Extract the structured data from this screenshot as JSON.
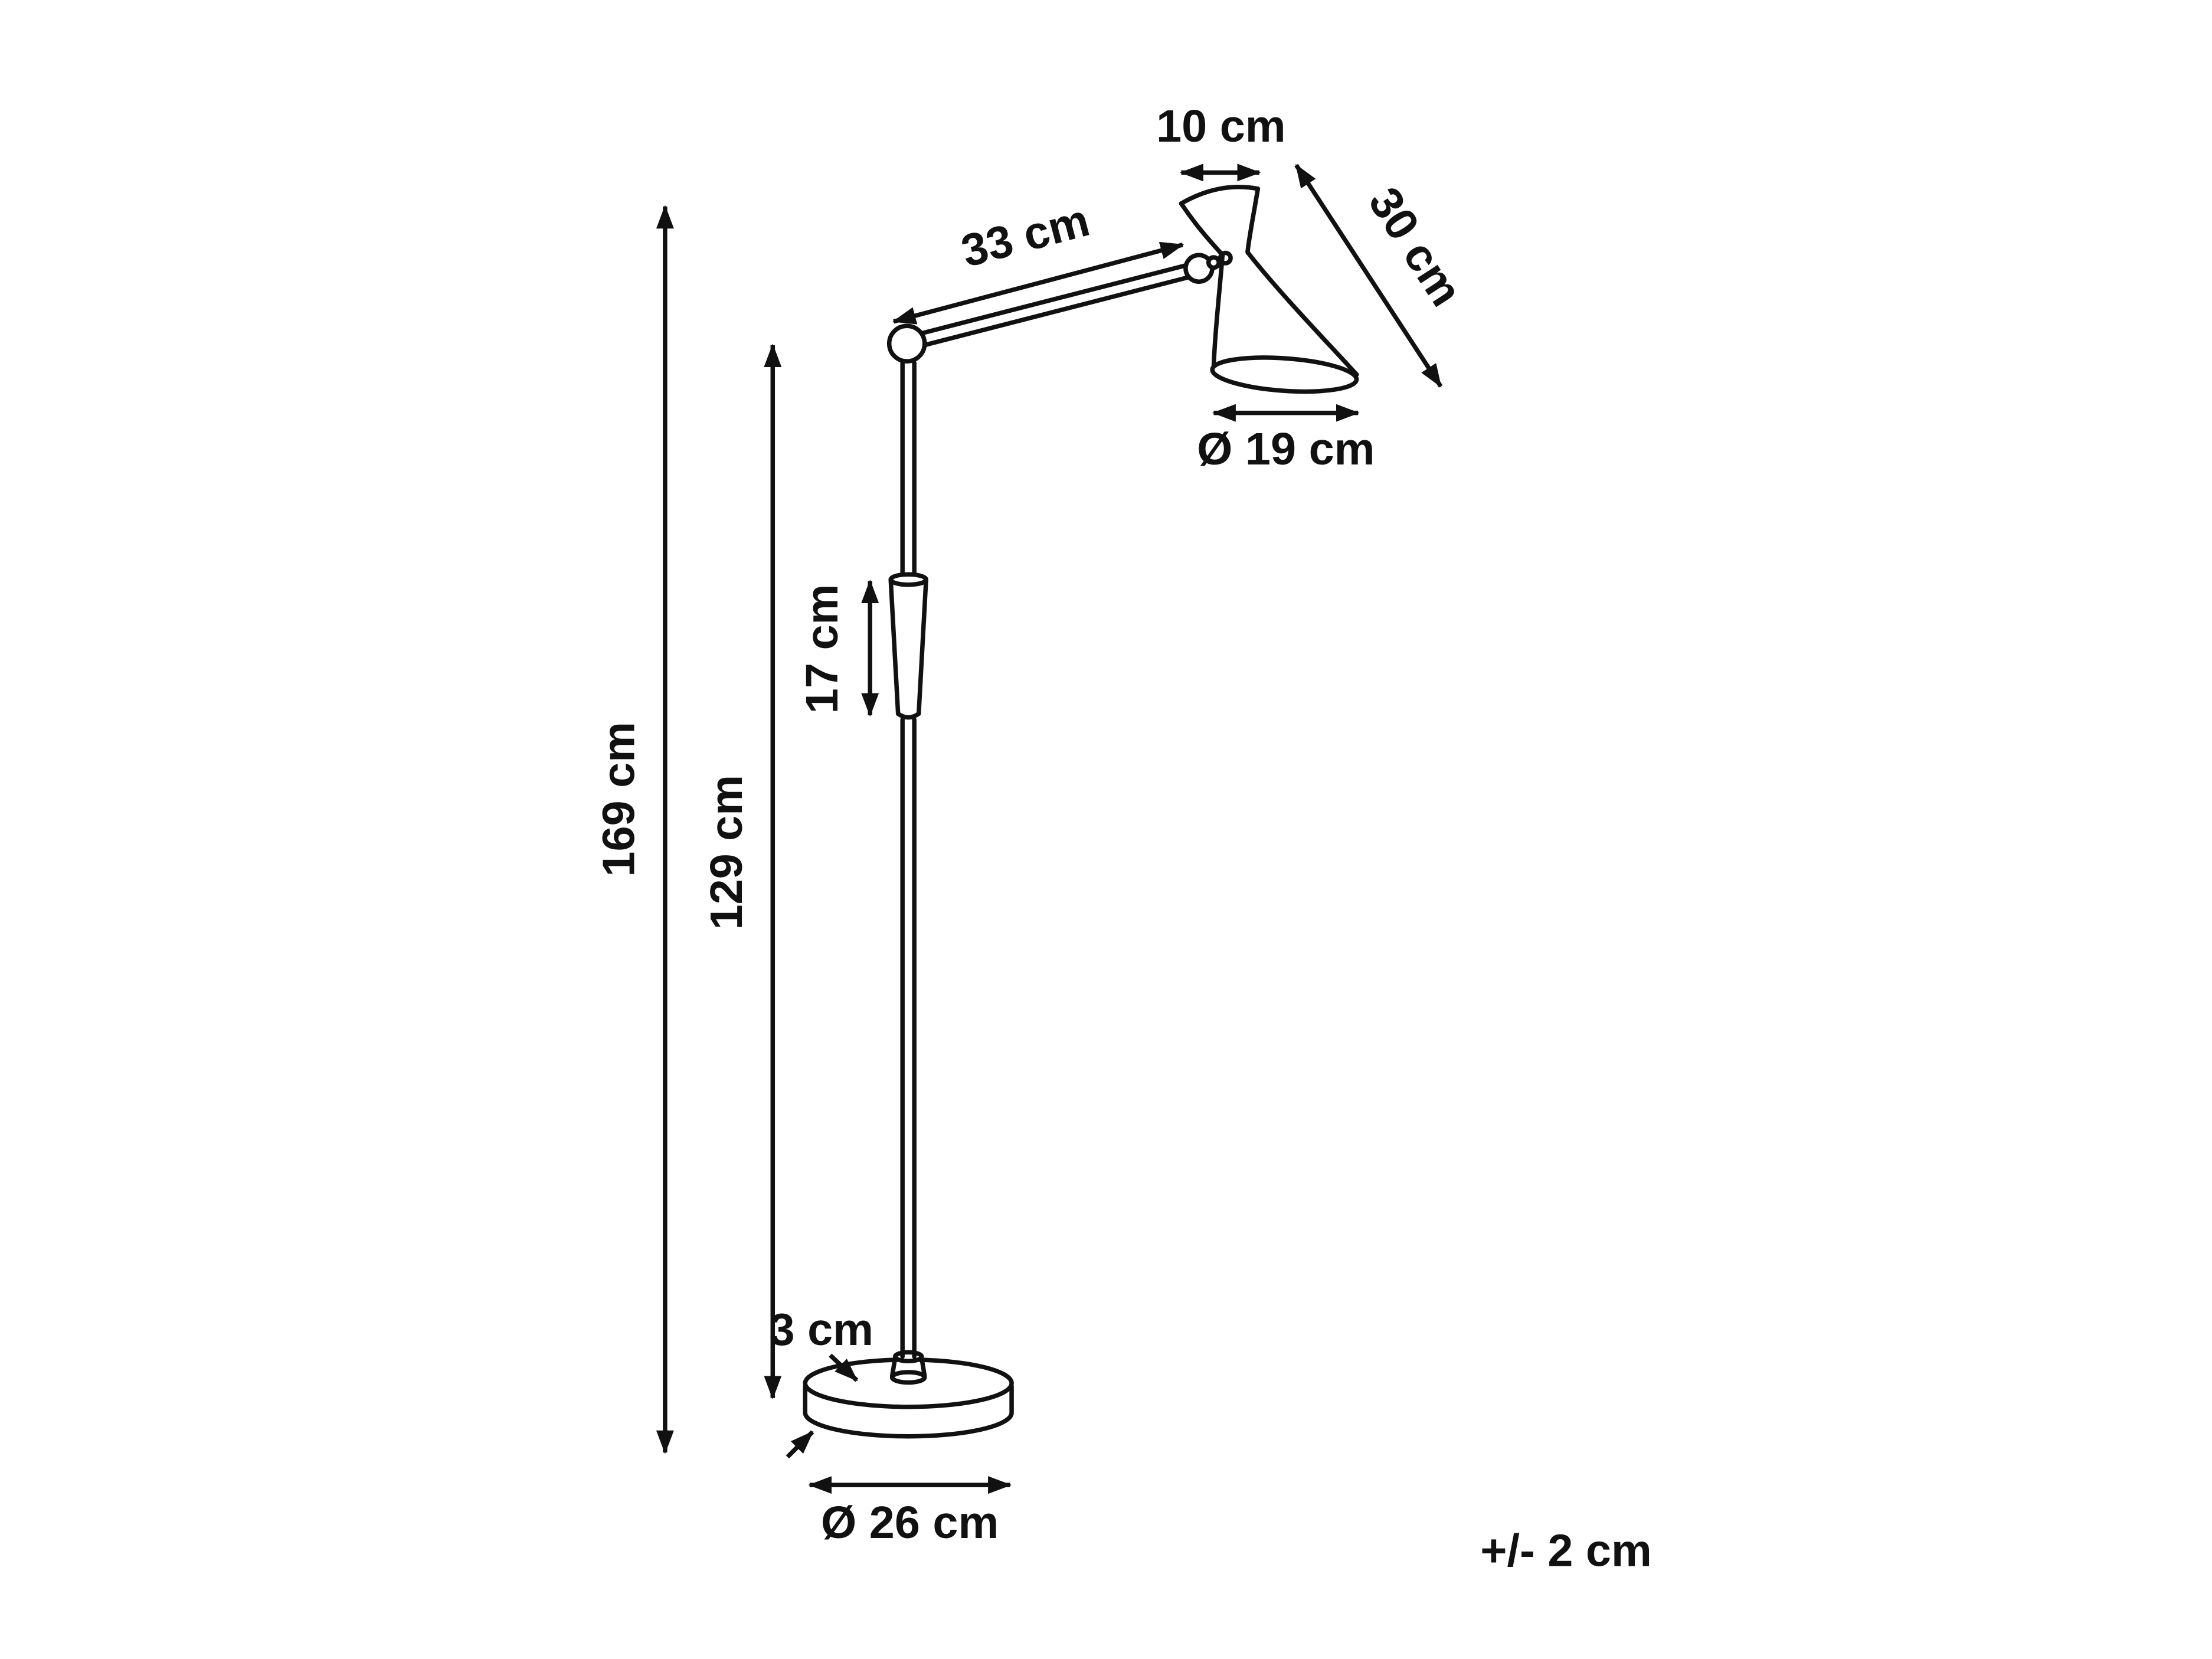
{
  "diagram": {
    "labels": {
      "total_height": "169 cm",
      "stand_height": "129 cm",
      "grip_length": "17 cm",
      "arm_length": "33 cm",
      "shade_top_width": "10 cm",
      "shade_length": "30 cm",
      "shade_diameter": "Ø 19 cm",
      "base_thickness": "3 cm",
      "base_diameter": "Ø 26 cm",
      "tolerance": "+/- 2 cm"
    },
    "colors": {
      "line": "#111111",
      "background": "#ffffff"
    }
  }
}
